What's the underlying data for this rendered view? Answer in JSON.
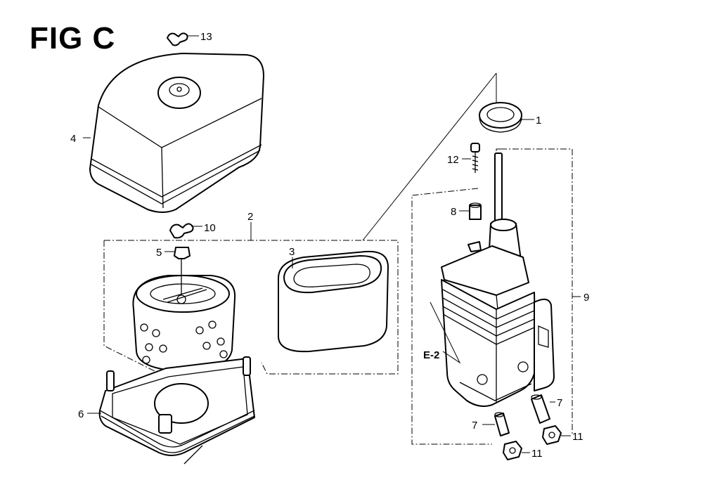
{
  "figure": {
    "title": "FIG C"
  },
  "callouts": {
    "c1": "1",
    "c2": "2",
    "c3": "3",
    "c4": "4",
    "c5": "5",
    "c6": "6",
    "c7a": "7",
    "c7b": "7",
    "c8": "8",
    "c9": "9",
    "c10": "10",
    "c11a": "11",
    "c11b": "11",
    "c12": "12",
    "c13": "13",
    "ref_e2": "E-2"
  }
}
